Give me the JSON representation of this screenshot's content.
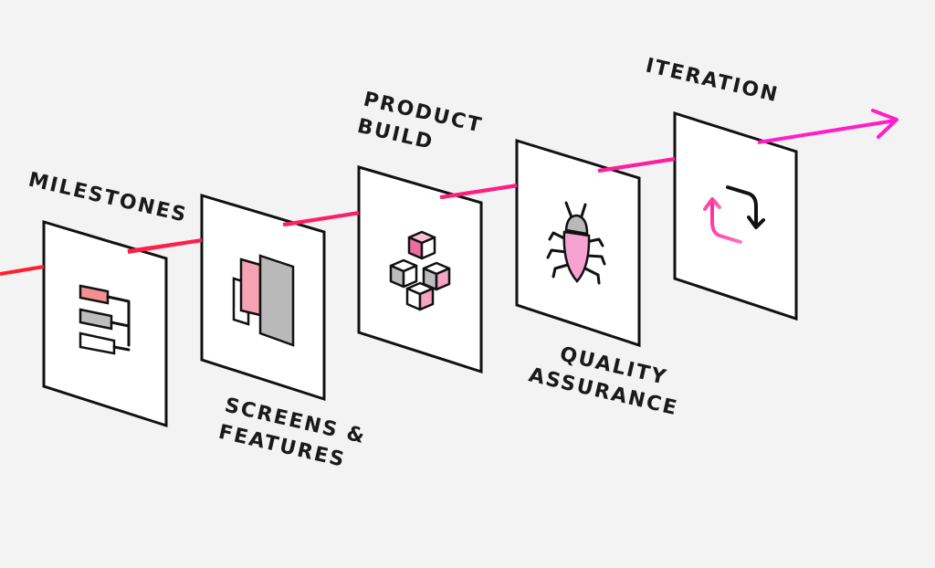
{
  "diagram": {
    "colors": {
      "background": "#f3f3f3",
      "arrow_start": "#ff1f2d",
      "arrow_end": "#ff1ec8",
      "accent_pink": "#f7a3c0",
      "panel_gray": "#b9b9b9",
      "outline": "#111111"
    },
    "stages": [
      {
        "lines": [
          "MILESTONES"
        ],
        "icon": "milestones-icon"
      },
      {
        "lines": [
          "SCREENS &",
          "FEATURES"
        ],
        "icon": "screens-icon"
      },
      {
        "lines": [
          "PRODUCT",
          "BUILD"
        ],
        "icon": "cubes-icon"
      },
      {
        "lines": [
          "QUALITY",
          "ASSURANCE"
        ],
        "icon": "bug-icon"
      },
      {
        "lines": [
          "ITERATION"
        ],
        "icon": "refresh-icon"
      }
    ]
  }
}
